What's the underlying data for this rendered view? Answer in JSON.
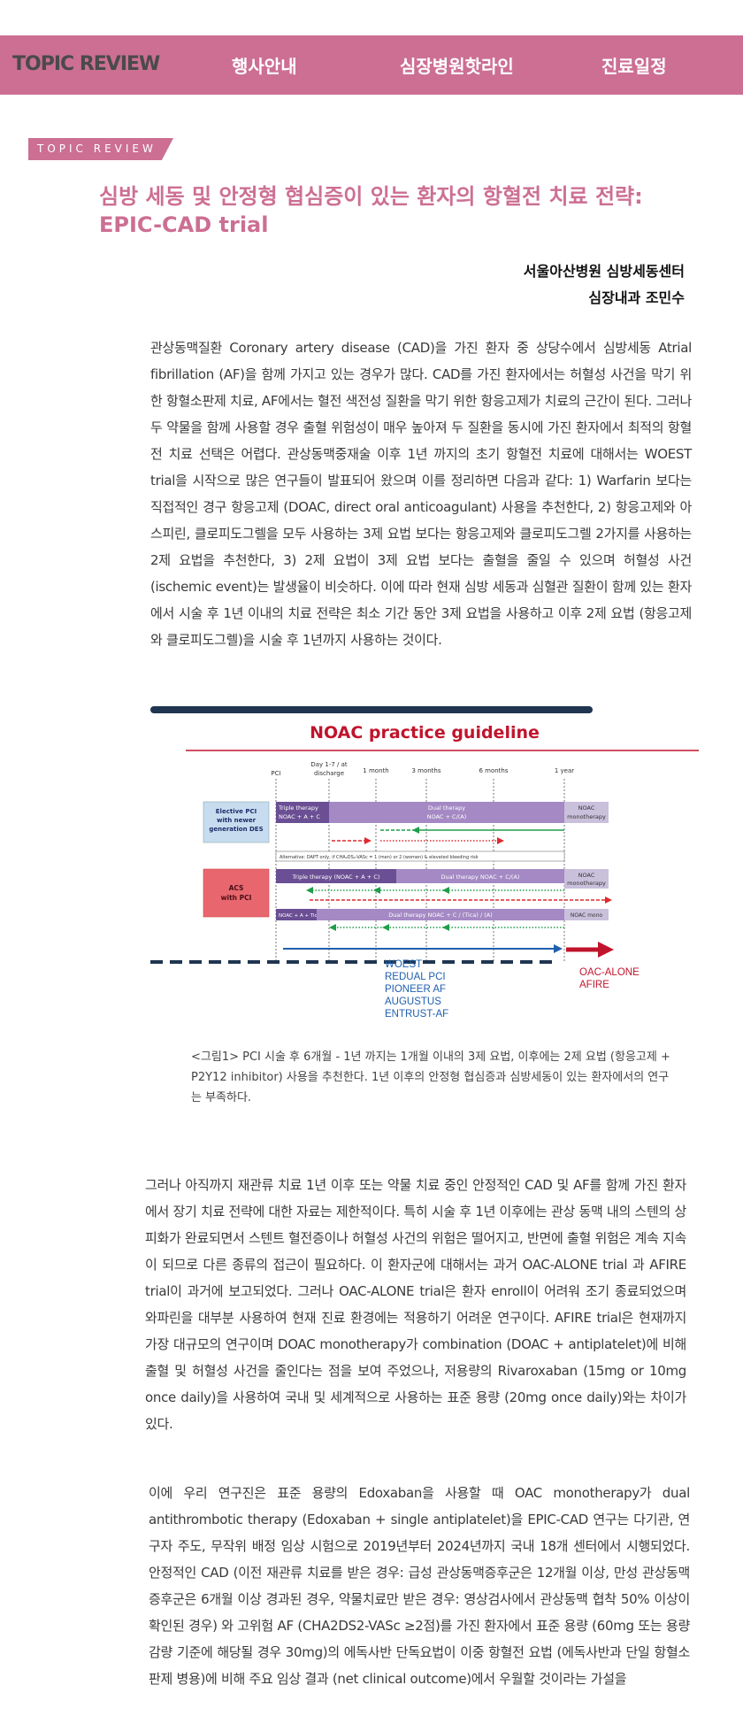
{
  "nav": {
    "brand": "TOPIC REVIEW",
    "items": [
      "행사안내",
      "심장병원핫라인",
      "진료일정"
    ]
  },
  "tag": "TOPIC REVIEW",
  "article": {
    "title_line1": "심방 세동 및 안정형 협심증이 있는 환자의 항혈전 치료 전략:",
    "title_line2": "EPIC-CAD trial",
    "author_line1": "서울아산병원 심방세동센터",
    "author_line2": "심장내과 조민수",
    "paragraphs": [
      "관상동맥질환 Coronary artery disease (CAD)을 가진 환자 중 상당수에서 심방세동 Atrial fibrillation (AF)을 함께 가지고 있는 경우가 많다. CAD를 가진 환자에서는 허혈성 사건을 막기 위한 항혈소판제 치료, AF에서는 혈전 색전성 질환을 막기 위한 항응고제가 치료의 근간이 된다. 그러나 두 약물을 함께 사용할 경우 출혈 위험성이 매우 높아져 두 질환을 동시에 가진 환자에서 최적의 항혈전 치료 선택은 어렵다. 관상동맥중재술 이후 1년 까지의 초기 항혈전 치료에 대해서는 WOEST trial을 시작으로 많은 연구들이 발표되어 왔으며 이를 정리하면 다음과 같다: 1) Warfarin 보다는 직접적인 경구 항응고제 (DOAC, direct oral anticoagulant) 사용을 추천한다, 2) 항응고제와 아스피린, 클로피도그렐을 모두 사용하는 3제 요법 보다는 항응고제와 클로피도그렐 2가지를 사용하는 2제 요법을 추천한다, 3) 2제 요법이 3제 요법 보다는 출혈을 줄일 수 있으며 허혈성 사건 (ischemic event)는 발생율이 비슷하다. 이에 따라 현재 심방 세동과 심혈관 질환이 함께 있는 환자에서 시술 후 1년 이내의 치료 전략은 최소 기간 동안 3제 요법을 사용하고 이후 2제 요법 (항응고제와 클로피도그렐)을 시술 후 1년까지 사용하는 것이다.",
      "그러나 아직까지 재관류 치료 1년 이후 또는 약물 치료 중인 안정적인 CAD 및 AF를 함께 가진 환자에서 장기 치료 전략에 대한 자료는 제한적이다. 특히 시술 후 1년 이후에는 관상 동맥 내의 스텐의 상피화가 완료되면서 스텐트 혈전증이나 허혈성 사건의 위험은 떨어지고, 반면에 출혈 위험은 계속 지속이 되므로 다른 종류의 접근이 필요하다. 이 환자군에 대해서는 과거 OAC-ALONE trial 과 AFIRE trial이 과거에 보고되었다. 그러나 OAC-ALONE trial은 환자 enroll이 어려워 조기 종료되었으며 와파린을 대부분 사용하여 현재 진료 환경에는 적용하기 어려운 연구이다. AFIRE trial은 현재까지 가장 대규모의 연구이며 DOAC monotherapy가 combination (DOAC + antiplatelet)에 비해 출혈 및 허혈성 사건을 줄인다는 점을 보여 주었으나, 저용량의 Rivaroxaban (15mg or 10mg once daily)을 사용하여 국내 및 세계적으로 사용하는 표준 용량 (20mg once daily)와는 차이가 있다.",
      "이에 우리 연구진은 표준 용량의 Edoxaban을 사용할 때 OAC monotherapy가 dual antithrombotic therapy (Edoxaban + single antiplatelet)을 EPIC-CAD 연구는 다기관, 연구자 주도, 무작위 배정 임상 시험으로 2019년부터 2024년까지 국내 18개 센터에서 시행되었다. 안정적인 CAD (이전 재관류 치료를 받은 경우: 급성 관상동맥증후군은 12개월 이상, 만성 관상동맥증후군은 6개월 이상 경과된 경우, 약물치료만 받은 경우: 영상검사에서 관상동맥 협착 50% 이상이 확인된 경우) 와 고위험 AF (CHA2DS2-VASc ≥2점)를 가진 환자에서 표준 용량 (60mg 또는 용량 감량 기준에 해당될 경우 30mg)의 에독사반 단독요법이 이중 항혈전 요법 (에독사반과 단일 항혈소판제 병용)에 비해 주요 임상 결과 (net clinical outcome)에서 우월할 것이라는 가설을"
    ]
  },
  "figure": {
    "title": "NOAC practice guideline",
    "timeline_labels": [
      "PCI",
      "Day 1-7 / at",
      "discharge",
      "1 month",
      "3 months",
      "6 months",
      "1 year"
    ],
    "row1_label": [
      "Elective PCI",
      "with newer",
      "generation DES"
    ],
    "row1_triple": [
      "Triple therapy",
      "NOAC + A + C"
    ],
    "row1_dual": [
      "Dual therapy",
      "NOAC + C/(A)"
    ],
    "row1_mono": [
      "NOAC",
      "monotherapy"
    ],
    "alternative": "Alternative: DAPT only, if CHA₂DS₂-VASc = 1 (men) or 2 (women) & elevated bleeding risk",
    "row2_label": [
      "ACS",
      "with PCI"
    ],
    "row2_triple": "Triple therapy (NOAC + A + C)",
    "row2_dual": "Dual therapy NOAC + C/(A)",
    "row2_mono": [
      "NOAC",
      "monotherapy"
    ],
    "row3_short": "NOAC + A + Tica*",
    "row3_dual": "Dual therapy NOAC + C / (Tica) / (A)",
    "row3_mono": "NOAC mono",
    "trials_blue": [
      "WOEST",
      "REDUAL PCI",
      "PIONEER AF",
      "AUGUSTUS",
      "ENTRUST-AF"
    ],
    "trials_red": [
      "OAC-ALONE",
      "AFIRE"
    ],
    "caption": "<그림1> PCI 시술 후 6개월 - 1년 까지는 1개월 이내의 3제 요법, 이후에는 2제 요법 (항응고제 + P2Y12 inhibitor) 사용을 추천한다. 1년 이후의 안정형 협심증과 심방세동이 있는 환자에서의 연구는 부족하다.",
    "colors": {
      "accent": "#cc6f93",
      "title_red": "#c0142c",
      "purple_dark": "#6b4f94",
      "purple_light": "#a489c4",
      "lavender": "#c9c0dc",
      "blue_box": "#c8dcef",
      "red_box": "#e8676f",
      "arrow_green": "#1f9e4a",
      "arrow_red": "#e0292e",
      "arrow_blue": "#1f5fae",
      "dash_navy": "#1f3550"
    }
  }
}
